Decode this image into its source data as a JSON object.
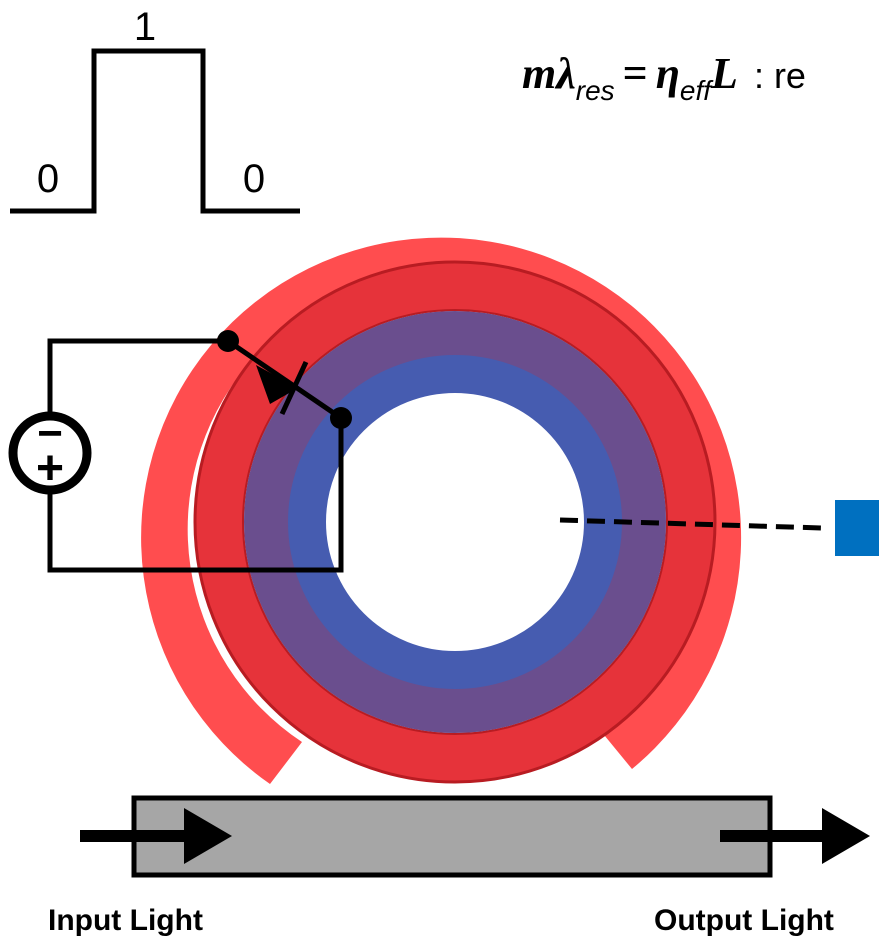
{
  "pulse": {
    "high_label": "1",
    "low_left_label": "0",
    "low_right_label": "0"
  },
  "equation": {
    "m": "m",
    "lambda": "λ",
    "lambda_sub": "res",
    "equals": "=",
    "eta": "η",
    "eta_sub": "eff",
    "length": "L",
    "colon_text": " : re"
  },
  "source": {
    "minus": "−",
    "plus": "+"
  },
  "waveguide": {
    "input_label": "Input Light",
    "output_label": "Output Light"
  },
  "colors": {
    "outer_shell": "#ff4d4f",
    "ring_red": "#e6333a",
    "ring_purple": "#6a4e8e",
    "ring_blue": "#465cb0",
    "waveguide_fill": "#a6a6a6",
    "marker_blue": "#0070c0"
  }
}
